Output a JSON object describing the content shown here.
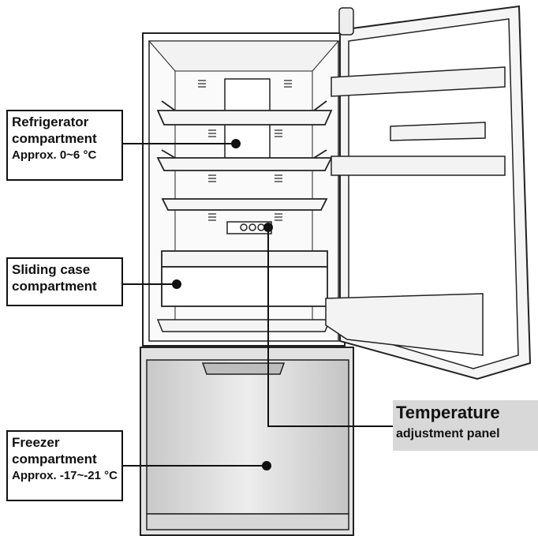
{
  "labels": {
    "fridge": {
      "line1": "Refrigerator",
      "line2": "compartment",
      "line3": "Approx. 0~6 °C"
    },
    "sliding": {
      "line1": "Sliding case",
      "line2": "compartment"
    },
    "freezer": {
      "line1": "Freezer",
      "line2": "compartment",
      "line3": "Approx. -17~-21 °C"
    },
    "temperature": {
      "line1": "Temperature",
      "line2": "adjustment panel"
    }
  },
  "colors": {
    "outline": "#222222",
    "body_fill": "#ffffff",
    "freezer_fill": "#d9d9d9",
    "label_highlight": "#d8d8d8"
  }
}
